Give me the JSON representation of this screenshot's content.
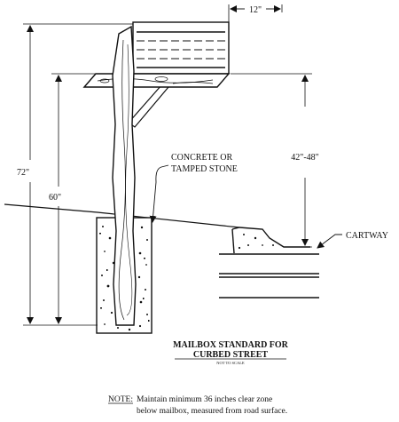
{
  "dimensions": {
    "width_12": "12\"",
    "height_72": "72\"",
    "height_60": "60\"",
    "height_42_48": "42\"-48\""
  },
  "labels": {
    "concrete_line1": "CONCRETE OR",
    "concrete_line2": "TAMPED STONE",
    "cartway": "CARTWAY"
  },
  "title": {
    "line1": "MAILBOX STANDARD FOR",
    "line2": "CURBED STREET",
    "scale": "NOT TO SCALE"
  },
  "note": {
    "prefix": "NOTE:",
    "line1": "Maintain minimum 36 inches clear zone",
    "line2": "below mailbox, measured from road surface."
  }
}
